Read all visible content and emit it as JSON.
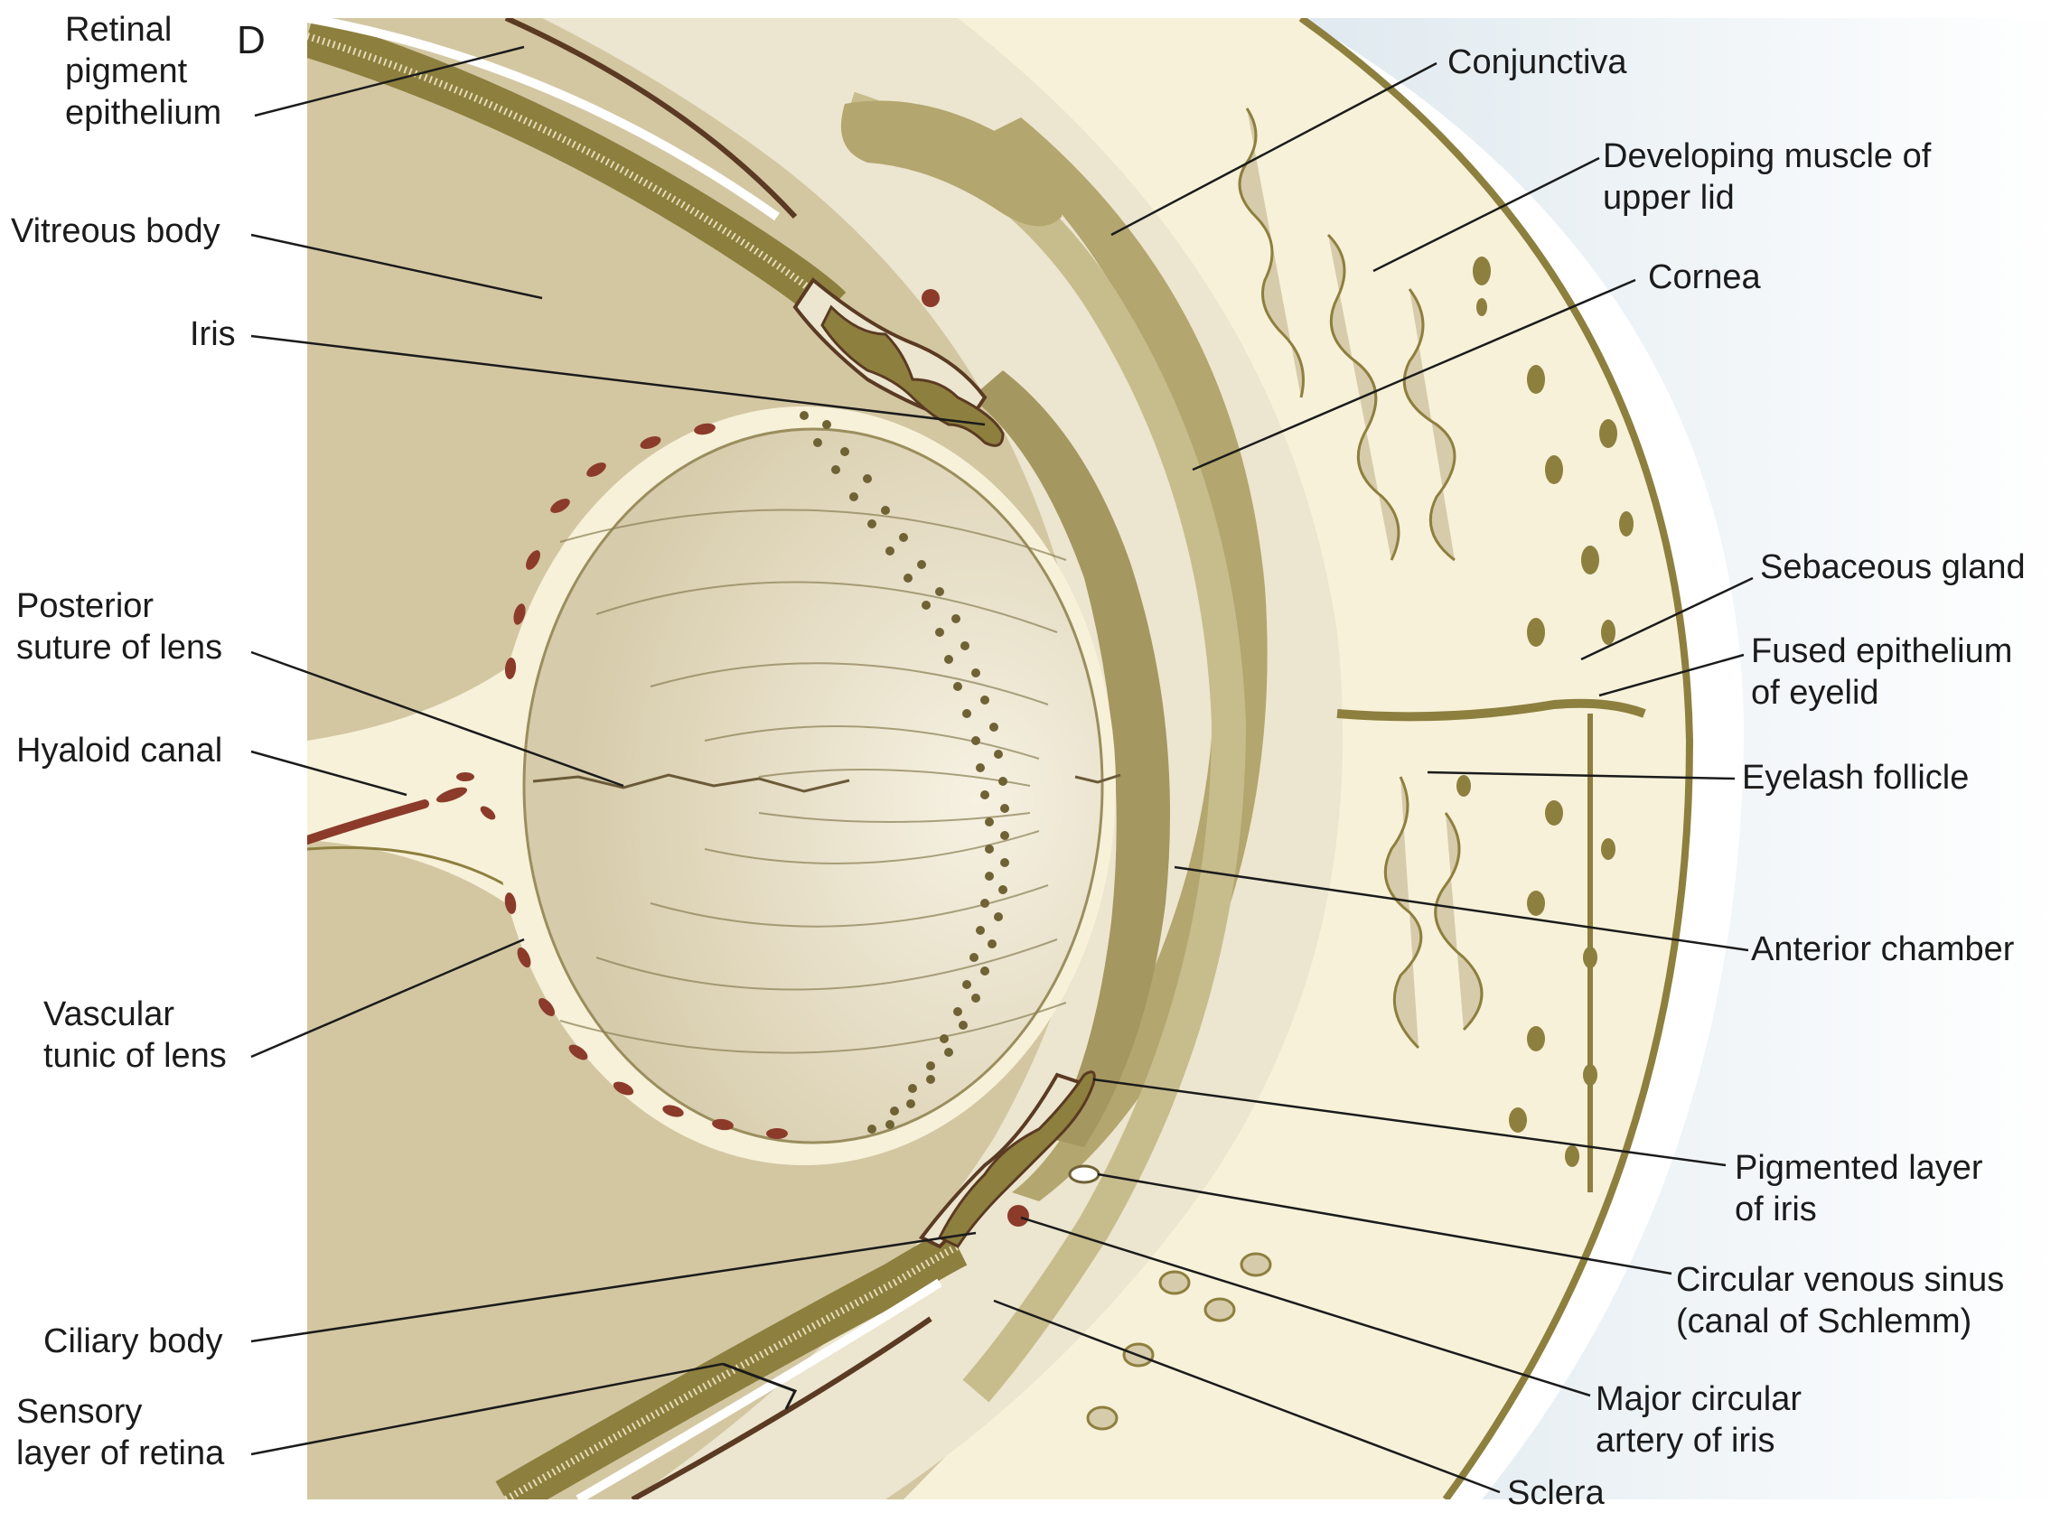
{
  "panel_letter": "D",
  "colors": {
    "vitreous": "#d3c7a2",
    "lens": "#e4dcc3",
    "lens_highlight": "#f5f0e1",
    "pale": "#f7f1d9",
    "tissue": "#ece5cf",
    "olive": "#8d7f3e",
    "olive_light": "#b5aa78",
    "band": "#b3a66e",
    "red": "#8c3b2b",
    "line": "#1b1b1b",
    "sky": "#e8f0f4"
  },
  "labels": {
    "retinal_pigment_epithelium": [
      "Retinal",
      "pigment",
      "epithelium"
    ],
    "vitreous_body": [
      "Vitreous body"
    ],
    "iris": [
      "Iris"
    ],
    "posterior_suture_of_lens": [
      "Posterior",
      "suture of lens"
    ],
    "hyaloid_canal": [
      "Hyaloid canal"
    ],
    "vascular_tunic_of_lens": [
      "Vascular",
      "tunic of lens"
    ],
    "ciliary_body": [
      "Ciliary body"
    ],
    "sensory_layer_of_retina": [
      "Sensory",
      "layer of retina"
    ],
    "conjunctiva": [
      "Conjunctiva"
    ],
    "developing_muscle_of_upper_lid": [
      "Developing muscle of",
      "upper lid"
    ],
    "cornea": [
      "Cornea"
    ],
    "sebaceous_gland": [
      "Sebaceous gland"
    ],
    "fused_epithelium_of_eyelid": [
      "Fused epithelium",
      "of eyelid"
    ],
    "eyelash_follicle": [
      "Eyelash follicle"
    ],
    "anterior_chamber": [
      "Anterior chamber"
    ],
    "pigmented_layer_of_iris": [
      "Pigmented layer",
      "of iris"
    ],
    "circular_venous_sinus": [
      "Circular venous sinus",
      "(canal of Schlemm)"
    ],
    "major_circular_artery_of_iris": [
      "Major circular",
      "artery of iris"
    ],
    "sclera": [
      "Sclera"
    ]
  }
}
